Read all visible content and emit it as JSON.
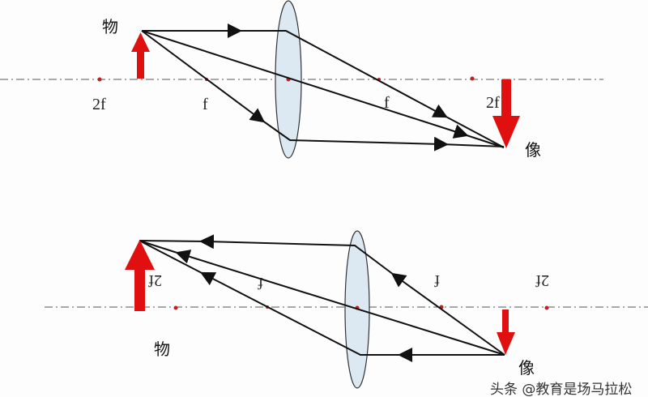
{
  "top": {
    "object_label": "物",
    "image_label": "像",
    "axis_labels": [
      "2f",
      "f",
      "f",
      "2f"
    ]
  },
  "bottom": {
    "object_label": "物",
    "image_label": "像",
    "axis_labels": [
      "2f",
      "f",
      "f",
      "2f"
    ]
  },
  "watermark": "头条 @教育是场马拉松",
  "colors": {
    "arrow": "#e01010",
    "ray": "#111111",
    "lens": "#dde9f2",
    "axis": "#555555",
    "dot": "#c02020"
  }
}
